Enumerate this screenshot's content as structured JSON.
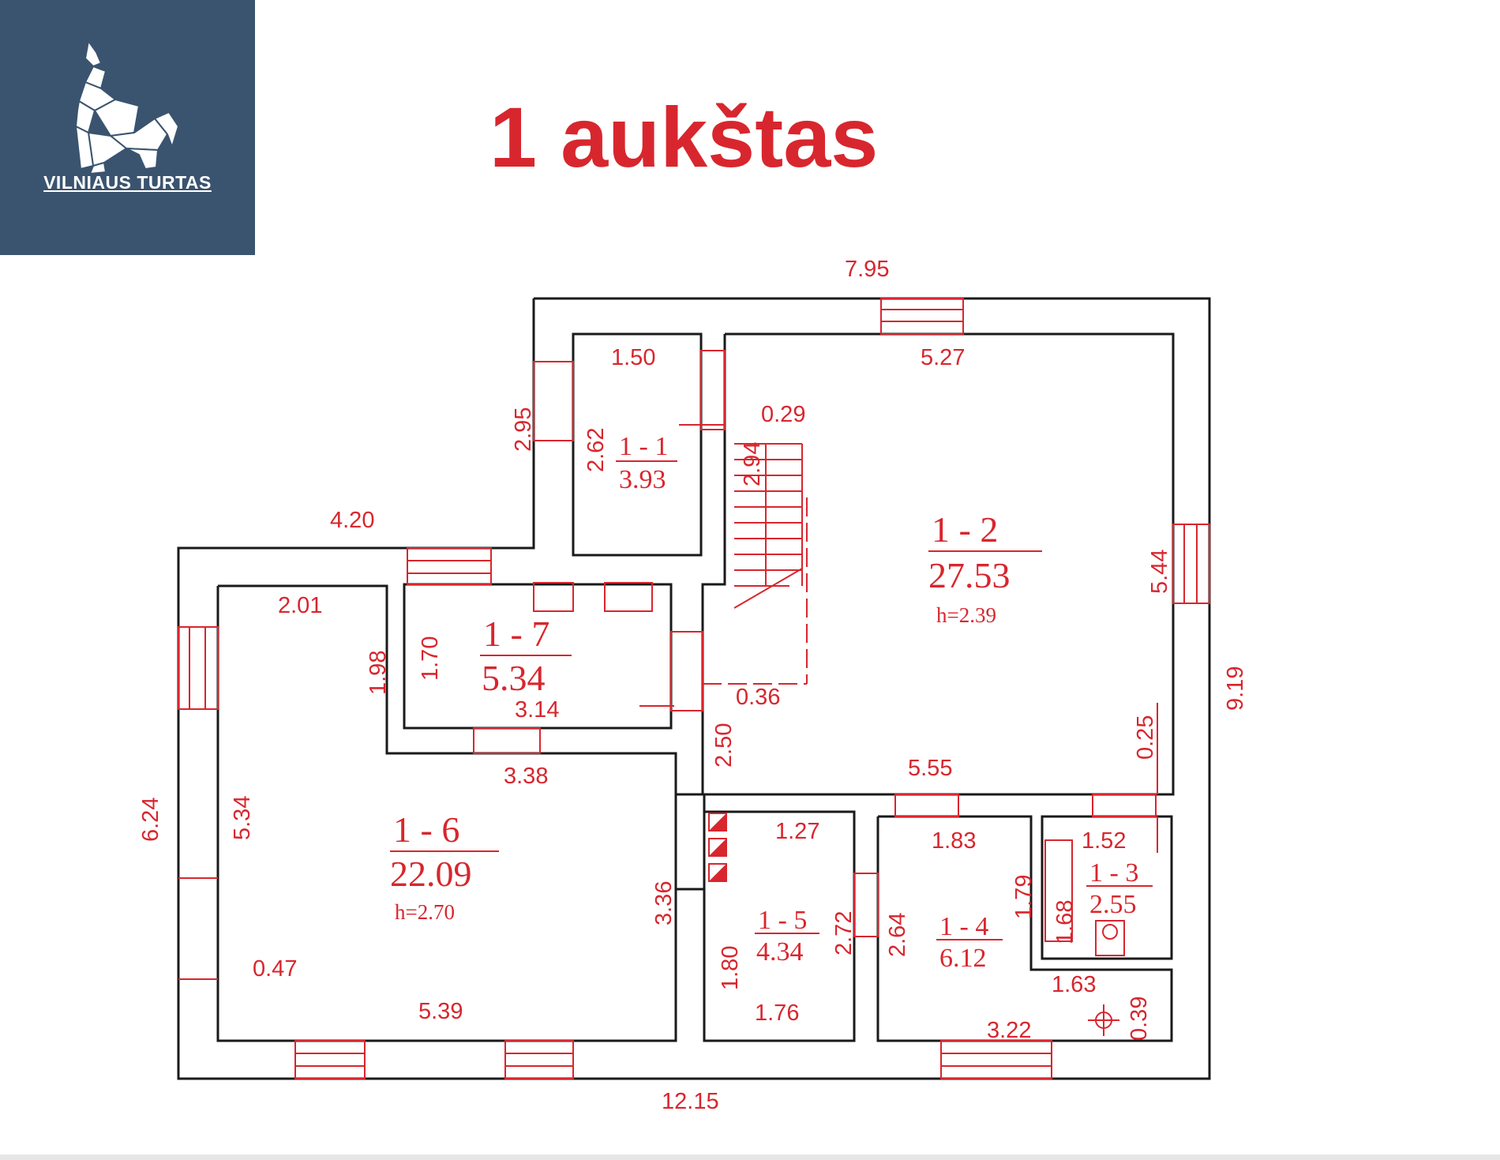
{
  "logo": {
    "text": "VILNIAUS TURTAS",
    "icon": "wolf-icon",
    "bg": "#3a546f"
  },
  "title": "1 aukštas",
  "colors": {
    "accent": "#d8262e",
    "walls": "#1a1a1a"
  },
  "rooms": [
    {
      "id": "1 - 1",
      "area": "3.93"
    },
    {
      "id": "1 - 2",
      "area": "27.53",
      "height": "h=2.39"
    },
    {
      "id": "1 - 3",
      "area": "2.55"
    },
    {
      "id": "1 - 4",
      "area": "6.12"
    },
    {
      "id": "1 - 5",
      "area": "4.34"
    },
    {
      "id": "1 - 6",
      "area": "22.09",
      "height": "h=2.70"
    },
    {
      "id": "1 - 7",
      "area": "5.34"
    }
  ],
  "dimensions": {
    "top_total": "7.95",
    "r11_width": "1.50",
    "r12_width": "5.27",
    "stair_gap": "0.29",
    "wall_left_upper": "2.95",
    "r11_height": "2.62",
    "stair_len": "2.94",
    "left_ext": "4.20",
    "r12_height": "5.44",
    "right_total": "9.19",
    "r16_width_top": "2.01",
    "r16_upper_h": "1.98",
    "r17_height": "1.70",
    "r17_width": "3.14",
    "gap_036": "0.36",
    "v_250": "2.50",
    "v_025": "0.25",
    "r16_mid_width": "3.38",
    "r12_bottom": "5.55",
    "left_total": "6.24",
    "r16_height": "5.34",
    "r16_right_h": "3.36",
    "r15_width": "1.27",
    "r14_width": "1.83",
    "r13_width": "1.52",
    "v_179": "1.79",
    "v_168": "1.68",
    "v_272": "2.72",
    "v_264": "2.64",
    "r15_height": "1.80",
    "r15_bottom": "1.76",
    "gap_047": "0.47",
    "r16_bottom": "5.39",
    "r14_right": "1.63",
    "v_039": "0.39",
    "r14_bottom": "3.22",
    "bottom_total": "12.15"
  }
}
